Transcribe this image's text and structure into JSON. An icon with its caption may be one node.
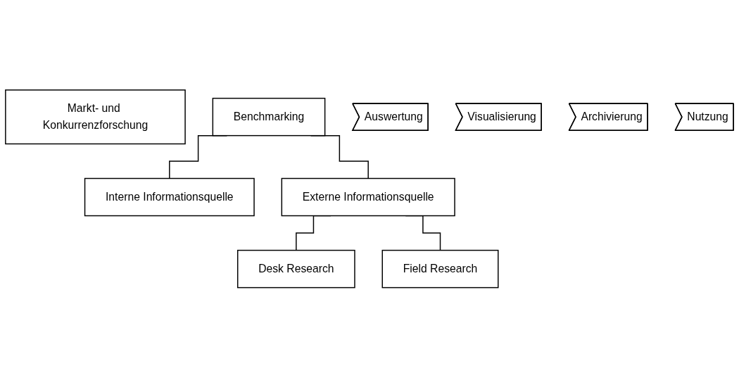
{
  "diagram": {
    "nodes": [
      {
        "text": [
          "Markt- und Konkurrenzforschung"
        ]
      },
      {
        "text": [
          "Benchmarking"
        ]
      },
      {
        "text": [
          "Interne Informationsquelle"
        ]
      },
      {
        "text": [
          "Externe Informationsquelle"
        ]
      },
      {
        "text": [
          "Desk Research"
        ]
      },
      {
        "text": [
          "Field Research"
        ]
      },
      {
        "text": [
          "Auswertung"
        ]
      },
      {
        "text": [
          "Visualisierung"
        ]
      },
      {
        "text": [
          "Archivierung"
        ]
      },
      {
        "text": [
          "Nutzung"
        ]
      }
    ],
    "edges": [
      {
        "from": 1,
        "to": 2,
        "arrow": "none"
      },
      {
        "from": 1,
        "to": 3,
        "arrow": "none"
      },
      {
        "from": 3,
        "to": 4,
        "arrow": "none"
      },
      {
        "from": 3,
        "to": 5,
        "arrow": "none"
      }
    ]
  }
}
